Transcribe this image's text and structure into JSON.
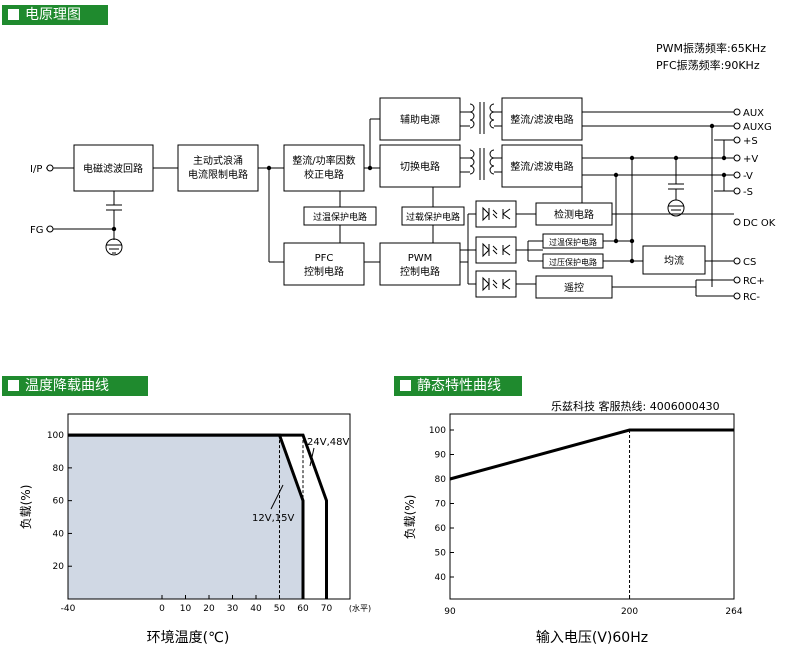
{
  "sections": {
    "diagram": "电原理图",
    "derating": "温度降载曲线",
    "static": "静态特性曲线"
  },
  "notes": {
    "pwm_freq": "PWM振荡频率:65KHz",
    "pfc_freq": "PFC振荡频率:90KHz",
    "hotline": "乐兹科技 客服热线:   4006000430"
  },
  "blocks": {
    "emi": "电磁滤波回路",
    "inrush_1": "主动式浪涌",
    "inrush_2": "电流限制电路",
    "rect_pfc_1": "整流/功率因数",
    "rect_pfc_2": "校正电路",
    "aux_power": "辅助电源",
    "rect_filter_1": "整流/滤波电路",
    "switching": "切换电路",
    "rect_filter_2": "整流/滤波电路",
    "otp_1": "过温保护电路",
    "olp": "过载保护电路",
    "pfc_1": "PFC",
    "pfc_2": "控制电路",
    "pwm_1": "PWM",
    "pwm_2": "控制电路",
    "detect": "检测电路",
    "otp_2": "过温保护电路",
    "ovp": "过压保护电路",
    "share": "均流",
    "remote": "遥控"
  },
  "terminals": {
    "ip": "I/P",
    "fg": "FG",
    "aux": "AUX",
    "auxg": "AUXG",
    "plus_s": "+S",
    "plus_v": "+V",
    "minus_v": "-V",
    "minus_s": "-S",
    "dc_ok": "DC OK",
    "cs": "CS",
    "rc_plus": "RC+",
    "rc_minus": "RC-"
  },
  "chart_data": [
    {
      "type": "line",
      "xlabel": "环境温度(℃)",
      "xunit": "(水平)",
      "ylabel": "负载(%)",
      "xlim": [
        -40,
        80
      ],
      "ylim": [
        0,
        100
      ],
      "xticks": [
        -40,
        0,
        10,
        20,
        30,
        40,
        50,
        60,
        70
      ],
      "xtick_labels": [
        "-40",
        "0",
        "10",
        "20",
        "30",
        "40",
        "50",
        "60",
        "70"
      ],
      "yticks": [
        20,
        40,
        60,
        80,
        100
      ],
      "series": [
        {
          "name": "12V,15V",
          "x": [
            -40,
            50,
            60,
            60
          ],
          "y": [
            100,
            100,
            60,
            0
          ]
        },
        {
          "name": "24V,48V",
          "x": [
            -40,
            60,
            70,
            70
          ],
          "y": [
            100,
            100,
            60,
            0
          ]
        }
      ],
      "grid": false
    },
    {
      "type": "line",
      "xlabel": "输入电压(V)60Hz",
      "ylabel": "负载(%)",
      "xlim": [
        90,
        264
      ],
      "ylim": [
        30,
        100
      ],
      "xticks": [
        90,
        200,
        264
      ],
      "yticks": [
        40,
        50,
        60,
        70,
        80,
        90,
        100
      ],
      "series": [
        {
          "x": [
            90,
            200,
            264
          ],
          "y": [
            80,
            100,
            100
          ]
        }
      ],
      "grid": false
    }
  ]
}
